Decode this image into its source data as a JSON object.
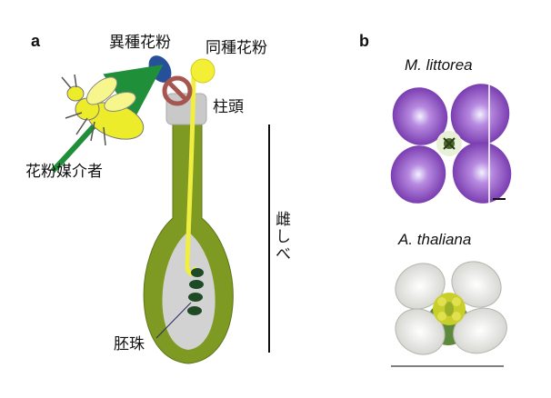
{
  "panel_a": {
    "letter": "a",
    "labels": {
      "heterospecific_pollen": "異種花粉",
      "conspecific_pollen": "同種花粉",
      "stigma": "柱頭",
      "pollinator": "花粉媒介者",
      "pistil": "雌しべ",
      "ovule": "胚珠"
    },
    "colors": {
      "ovary_outer": "#7f9a22",
      "ovary_inner": "#c9c9c9",
      "pollen_tube": "#f0ee40",
      "heterospecific_pollen": "#27509a",
      "conspecific_pollen": "#f2ef35",
      "arrow": "#1f8f3a",
      "pollinator": "#ecec2a"
    }
  },
  "panel_b": {
    "letter": "b",
    "species_top": "M. littorea",
    "species_bottom": "A. thaliana",
    "colors": {
      "littorea_petal": "#8c4cc0",
      "thaliana_petal": "#efefea",
      "thaliana_center": "#c8cf2a"
    }
  }
}
